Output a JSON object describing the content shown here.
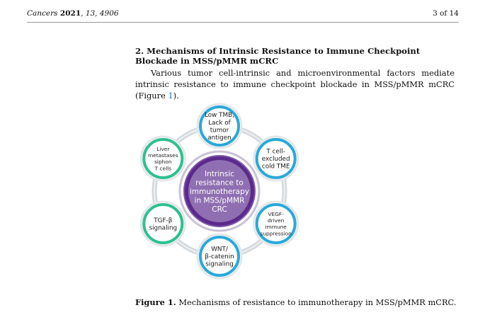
{
  "header": {
    "journal": "Cancers",
    "year": "2021",
    "volume_issue": ", 13, 4906",
    "page": "3 of 14"
  },
  "section": {
    "title": "2. Mechanisms of Intrinsic Resistance to Immune Checkpoint Blockade in MSS/pMMR mCRC"
  },
  "paragraph": {
    "text_before": "Various tumor cell-intrinsic and microenvironmental factors mediate intrinsic resistance to immune checkpoint blockade in MSS/pMMR mCRC (Figure ",
    "ref": "1",
    "text_after": ")."
  },
  "figure": {
    "center": [
      "Intrinsic",
      "resistance to",
      "immunotherapy",
      "in MSS/pMMR",
      "CRC"
    ],
    "nodes": [
      {
        "lines": [
          "Low TMB,",
          "Lack of",
          "tumor",
          "antigen"
        ],
        "color": "#2aa8d8"
      },
      {
        "lines": [
          "T cell-",
          "excluded",
          "cold TME"
        ],
        "color": "#2aa8d8"
      },
      {
        "lines": [
          "VEGF-",
          "driven",
          "immune",
          "suppression"
        ],
        "color": "#2aa8d8"
      },
      {
        "lines": [
          "WNT/",
          "β-catenin",
          "signaling"
        ],
        "color": "#2aa8d8"
      },
      {
        "lines": [
          "TGF-β",
          "signaling"
        ],
        "color": "#2ec08f"
      },
      {
        "lines": [
          "Liver",
          "metastases",
          "siphon",
          "T cells"
        ],
        "color": "#2ec08f"
      }
    ],
    "center_color": "#5b2a8c"
  },
  "caption": {
    "label": "Figure 1.",
    "text": " Mechanisms of resistance to immunotherapy in MSS/pMMR mCRC."
  }
}
